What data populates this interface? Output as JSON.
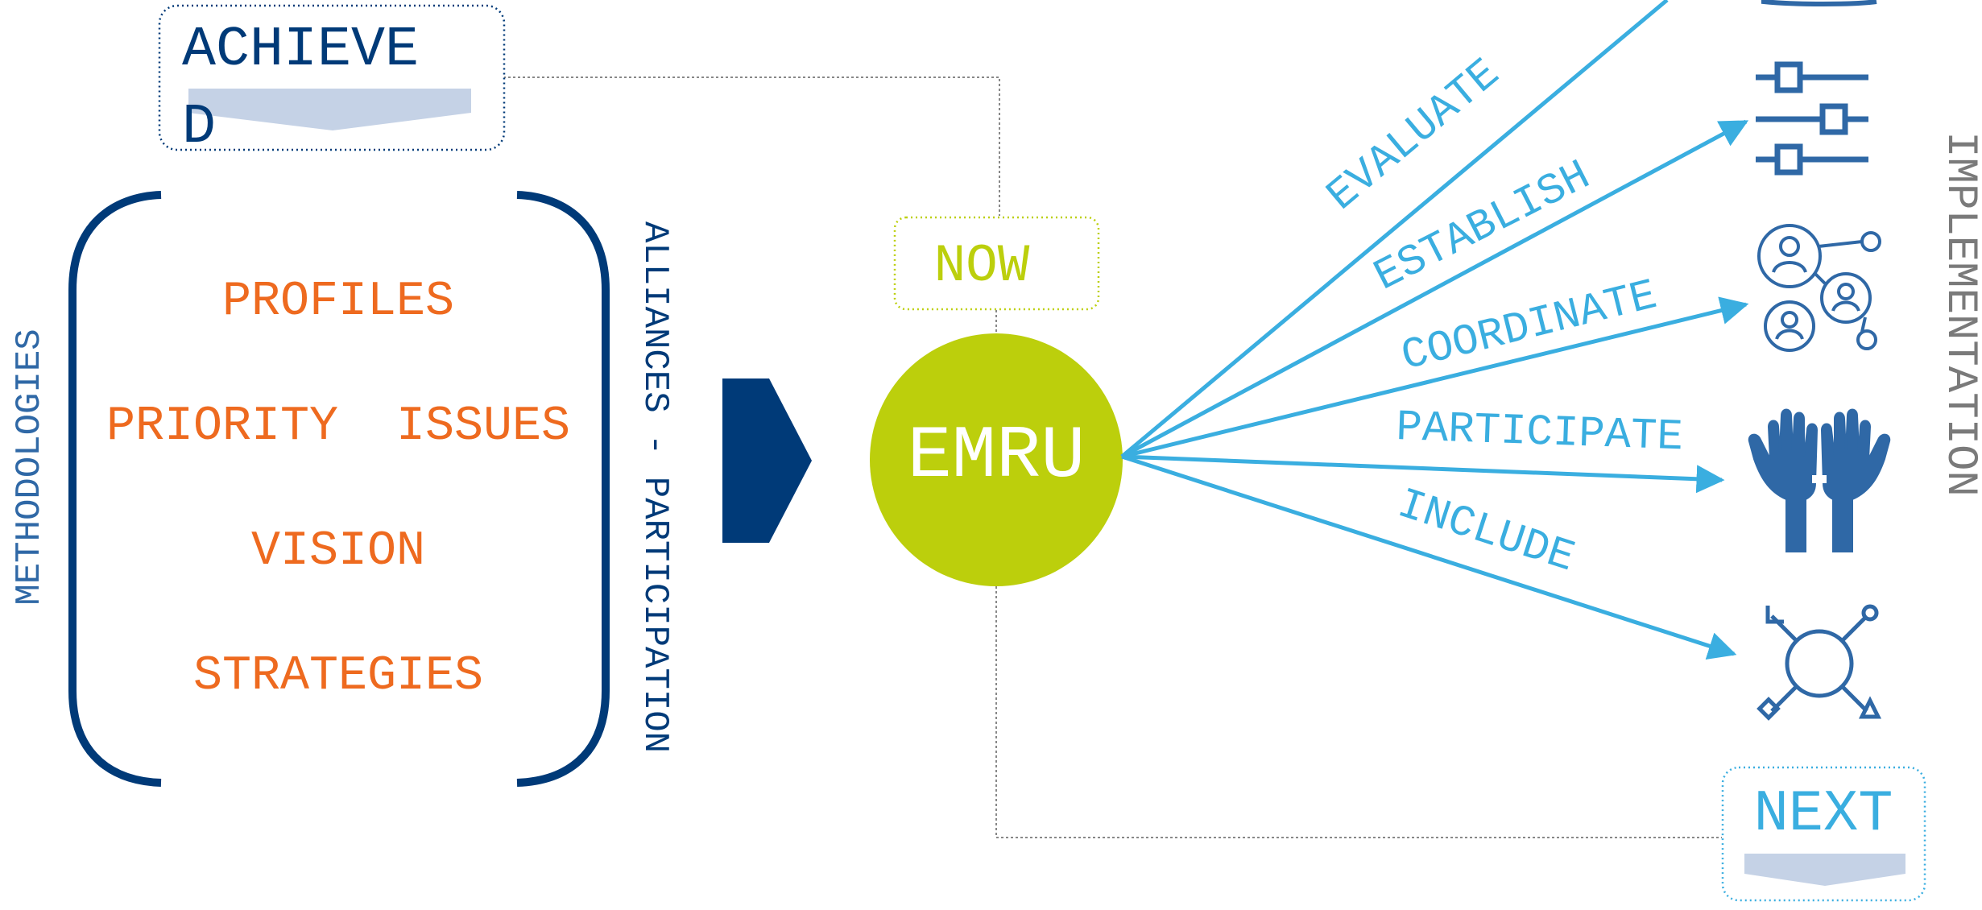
{
  "colors": {
    "navy": "#003a78",
    "orange": "#ee6a1f",
    "lime": "#bccf0c",
    "sky": "#3aaee0",
    "steel": "#2f68a6",
    "pale_blue": "#c5d2e6",
    "gray": "#7a7a7a"
  },
  "achieved": {
    "line1": "ACHIEVE",
    "line2": "D"
  },
  "methodologies_label": "METHODOLOGIES",
  "bracket_items": [
    "PROFILES",
    "PRIORITY  ISSUES",
    "VISION",
    "STRATEGIES"
  ],
  "alliances_label": "ALLIANCES - PARTICIPATION",
  "now_label": "NOW",
  "center_label": "EMRU",
  "actions": [
    "EVALUATE",
    "ESTABLISH",
    "COORDINATE",
    "PARTICIPATE",
    "INCLUDE"
  ],
  "implementation_label": "IMPLEMENTATION",
  "next_label": "NEXT",
  "icons": [
    "document-icon",
    "sliders-icon",
    "network-people-icon",
    "raised-hands-icon",
    "inclusion-circle-icon"
  ]
}
